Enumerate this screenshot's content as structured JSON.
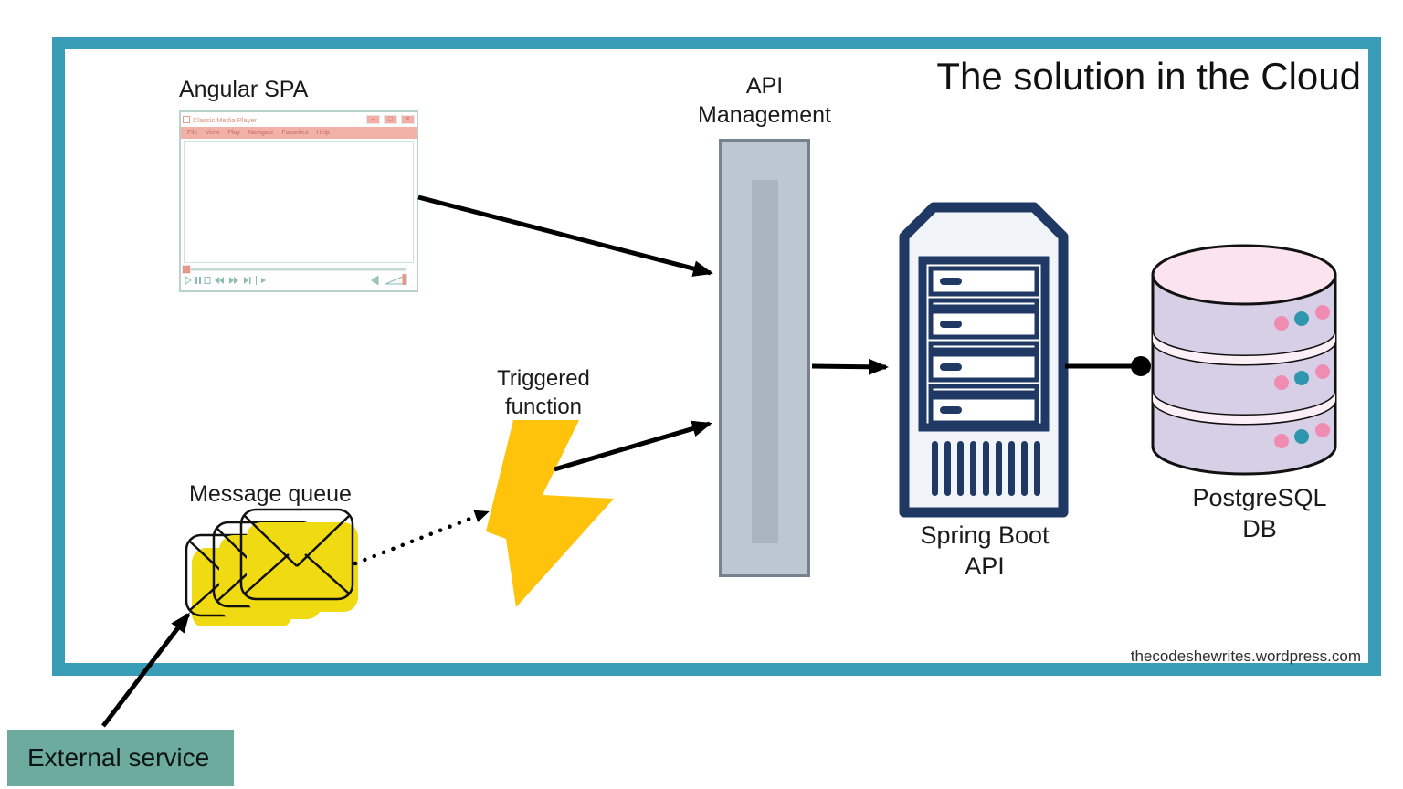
{
  "title": "The solution in the Cloud",
  "watermark": "thecodeshewrites.wordpress.com",
  "colors": {
    "frame_border": "#3a9db8",
    "envelope_yellow": "#f0da12",
    "bolt_gold": "#ffc30b",
    "server_navy": "#1f3864",
    "apim_fill": "#bdc7d2",
    "apim_inner": "#abb5c0",
    "db_lavender": "#d6cfe6",
    "db_pink_top": "#fbe4ef",
    "db_dot_pink": "#f08bb1",
    "db_dot_teal": "#2f97ad",
    "external_teal": "#6dab9f",
    "player_salmon": "#f2b1a7"
  },
  "nodes": {
    "angular_spa": {
      "label": "Angular SPA"
    },
    "media_player": {
      "window_title": "Classic Media Player",
      "menu_items": [
        "File",
        "View",
        "Play",
        "Navigate",
        "Favorites",
        "Help"
      ],
      "window_buttons": [
        "–",
        "□",
        "×"
      ]
    },
    "api_management": {
      "label_line1": "API",
      "label_line2": "Management"
    },
    "spring_boot": {
      "label_line1": "Spring Boot",
      "label_line2": "API"
    },
    "postgresql": {
      "label_line1": "PostgreSQL",
      "label_line2": "DB"
    },
    "triggered_function": {
      "label_line1": "Triggered",
      "label_line2": "function"
    },
    "message_queue": {
      "label": "Message queue"
    },
    "external_service": {
      "label": "External service"
    }
  },
  "connections": [
    {
      "from": "angular-spa",
      "to": "api-management",
      "style": "solid-arrow"
    },
    {
      "from": "triggered-function",
      "to": "api-management",
      "style": "solid-arrow"
    },
    {
      "from": "api-management",
      "to": "spring-boot-api",
      "style": "solid-arrow"
    },
    {
      "from": "spring-boot-api",
      "to": "postgresql-db",
      "style": "solid-line-dot-end"
    },
    {
      "from": "message-queue",
      "to": "triggered-function",
      "style": "dotted-arrow"
    },
    {
      "from": "external-service",
      "to": "message-queue",
      "style": "solid-arrow"
    }
  ]
}
